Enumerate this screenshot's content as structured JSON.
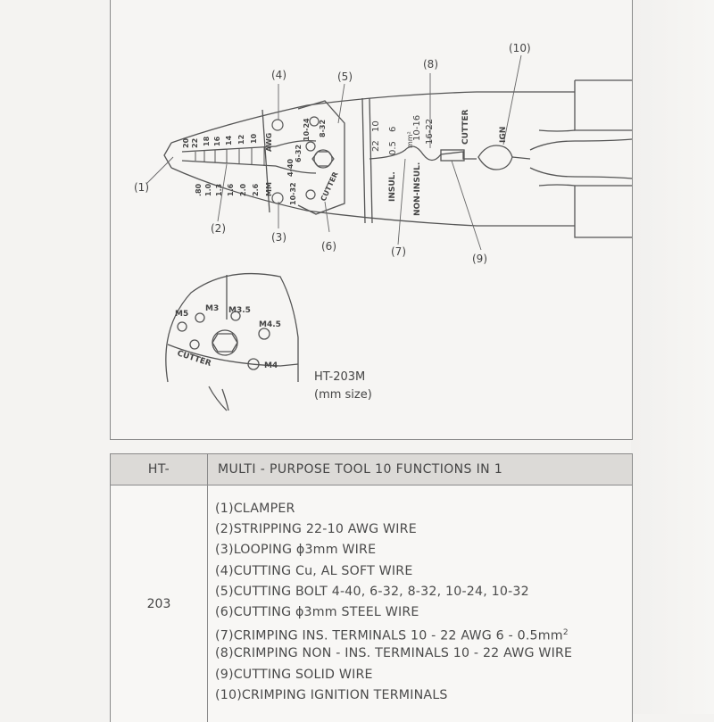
{
  "diagram": {
    "callouts": [
      "(1)",
      "(2)",
      "(3)",
      "(4)",
      "(5)",
      "(6)",
      "(7)",
      "(8)",
      "(9)",
      "(10)"
    ],
    "awg_scale": [
      "20",
      "22",
      "18",
      "16",
      "14",
      "12",
      "10"
    ],
    "awg_label": "AWG",
    "mm_scale": [
      ".80",
      "1.0",
      "1.3",
      "1.6",
      "2.0",
      "2.6"
    ],
    "mm_label": "MM",
    "bolt_sizes": [
      "10-24",
      "8-32",
      "6-32",
      "4-40",
      "10-32"
    ],
    "cutter_label": "CUTTER",
    "crimp_left_top": "10",
    "crimp_left_bottom": "22",
    "crimp_mid_top": "6",
    "crimp_mid_bottom": "0.5",
    "crimp_unit": "mm²",
    "crimp_right_top": "10-16",
    "crimp_right_bottom": "16-22",
    "insul_label": "INSUL.",
    "non_insul_label": "NON-INSUL.",
    "cutter2_label": "CUTTER",
    "ign_label": "IGN",
    "inset_labels": [
      "M5",
      "M3",
      "M3.5",
      "M4.5",
      "M4"
    ],
    "inset_cutter": "CUTTER",
    "model_name": "HT-203M",
    "model_note": "(mm size)"
  },
  "table": {
    "header_model": "HT-",
    "header_title": "MULTI - PURPOSE TOOL 10 FUNCTIONS IN 1",
    "model_number": "203",
    "functions": [
      "(1)CLAMPER",
      "(2)STRIPPING 22-10 AWG WIRE",
      "(3)LOOPING ϕ3mm WIRE",
      "(4)CUTTING Cu, AL SOFT WIRE",
      "(5)CUTTING BOLT 4-40, 6-32, 8-32, 10-24, 10-32",
      "(6)CUTTING ϕ3mm STEEL WIRE",
      "(7)CRIMPING INS. TERMINALS 10 - 22 AWG 6 - 0.5mm",
      "(8)CRIMPING NON - INS. TERMINALS 10 - 22 AWG WIRE",
      "(9)CUTTING SOLID WIRE",
      "(10)CRIMPING IGNITION TERMINALS"
    ],
    "superscript_7": "2"
  }
}
